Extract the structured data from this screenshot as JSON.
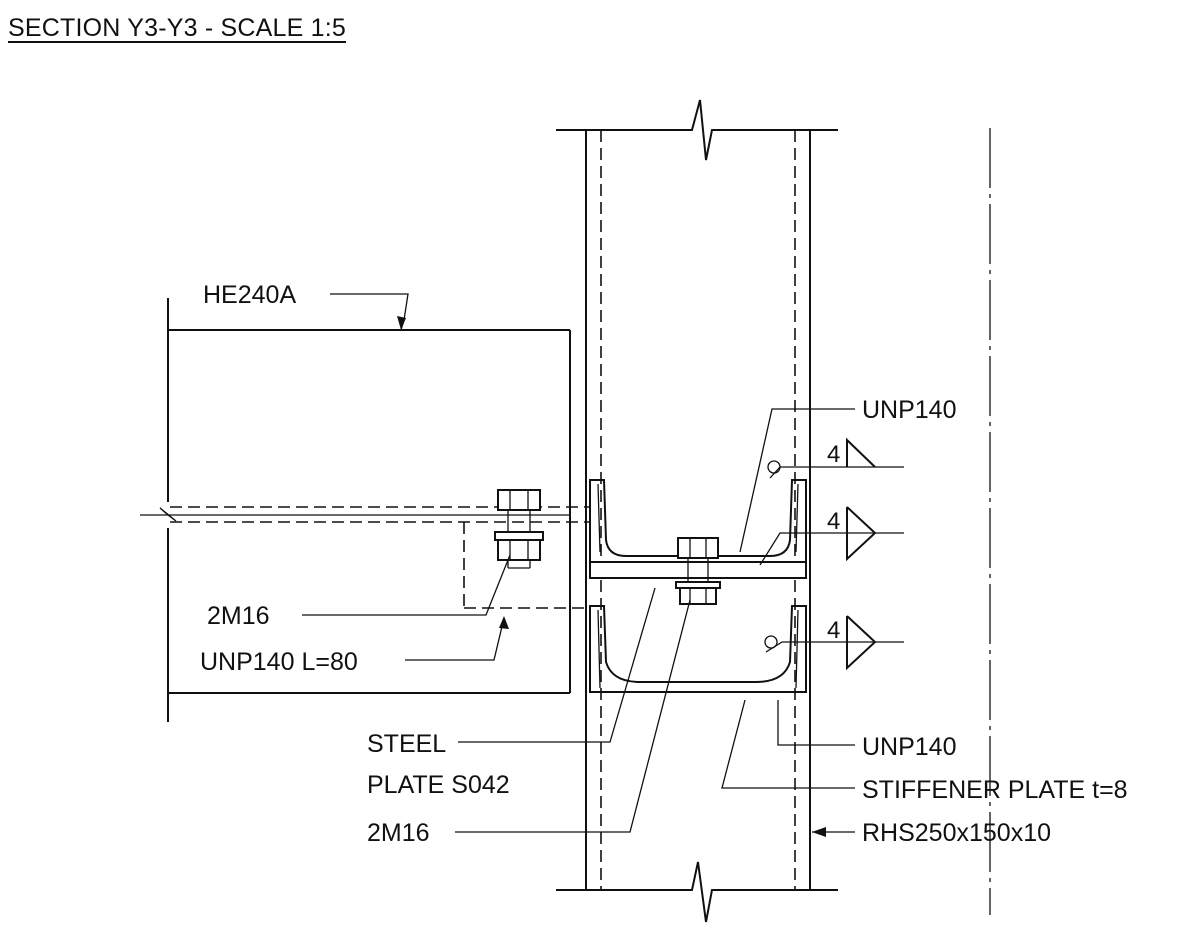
{
  "drawing": {
    "title": "SECTION Y3-Y3 - SCALE 1:5",
    "labels": {
      "beam": "HE240A",
      "unp_top": "UNP140",
      "bolts_left": "2M16",
      "unp_short": "UNP140 L=80",
      "steel_plate_line1": "STEEL",
      "steel_plate_line2": "PLATE S042",
      "bolts_center": "2M16",
      "unp_bottom": "UNP140",
      "stiffener": "STIFFENER PLATE t=8",
      "column": "RHS250x150x10"
    },
    "welds": [
      {
        "size": "4",
        "type": "fillet-one-side"
      },
      {
        "size": "4",
        "type": "fillet-both-sides"
      },
      {
        "size": "4",
        "type": "fillet-both-sides"
      }
    ]
  }
}
